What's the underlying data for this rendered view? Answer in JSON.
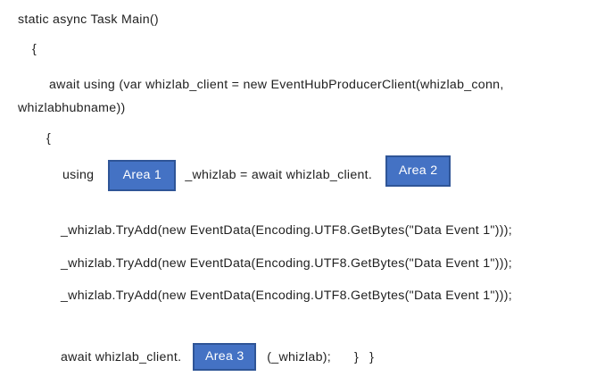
{
  "document": {
    "kind": "code-snippet-with-blanks",
    "language": "csharp",
    "background_color": "#FFFFFF",
    "text_color": "#1F1F1F"
  },
  "placeholder_style": {
    "fill": "#4472C4",
    "border": "#2F5597",
    "text": "#FFFFFF"
  },
  "code": {
    "line_signature": "static async Task Main()",
    "line_open_brace_1": "{",
    "line_await_using_part1": "await using (var whizlab_client = new EventHubProducerClient(whizlab_conn,",
    "line_await_using_part2": "whizlabhubname))",
    "line_open_brace_2": "{",
    "using_row": {
      "before_area1": "using",
      "between_area1_and_area2": "_whizlab = await whizlab_client."
    },
    "line_tryadd_1": "_whizlab.TryAdd(new EventData(Encoding.UTF8.GetBytes(\"Data Event 1\")));",
    "line_tryadd_2": "_whizlab.TryAdd(new EventData(Encoding.UTF8.GetBytes(\"Data Event 1\")));",
    "line_tryadd_3": "_whizlab.TryAdd(new EventData(Encoding.UTF8.GetBytes(\"Data Event 1\")));",
    "flush_row": {
      "before_area3": "await whizlab_client.",
      "after_area3": "(_whizlab);",
      "closing_brace_1": "}",
      "closing_brace_2": "}"
    }
  },
  "areas": {
    "area1_label": "Area 1",
    "area2_label": "Area 2",
    "area3_label": "Area 3"
  }
}
